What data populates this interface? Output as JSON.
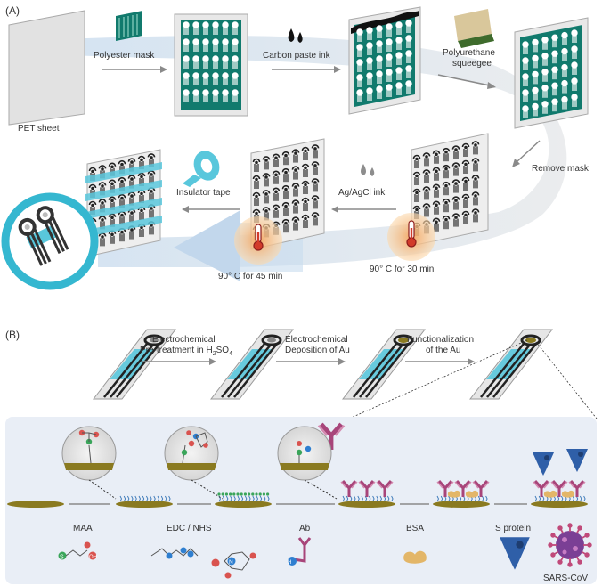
{
  "panel_a": {
    "label": "(A)",
    "steps": {
      "pet_sheet": "PET sheet",
      "polyester_mask": "Polyester mask",
      "carbon_ink": "Carbon paste ink",
      "squeegee_line1": "Polyurethane",
      "squeegee_line2": "squeegee",
      "remove_mask": "Remove mask",
      "agagcl_ink": "Ag/AgCl ink",
      "insulator_tape": "Insulator tape",
      "cure_30": "90° C for 30 min",
      "cure_45": "90° C for 45 min"
    }
  },
  "panel_b": {
    "label": "(B)",
    "steps": {
      "pretreat_line1": "Electrochemical",
      "pretreat_line2": "Pre-treatment in H",
      "pretreat_sub": "2",
      "pretreat_so": "SO",
      "pretreat_sub2": "4",
      "deposit_line1": "Electrochemical",
      "deposit_line2": "Deposition of Au",
      "func_line1": "Functionalization",
      "func_line2": "of the Au"
    },
    "reagents": {
      "maa": "MAA",
      "edc": "EDC / NHS",
      "ab": "Ab",
      "bsa": "BSA",
      "s_protein": "S protein",
      "sars": "SARS-CoV"
    },
    "molecule_labels": {
      "s": "S",
      "o": "O",
      "oh": "OH",
      "n": "N",
      "h": "H"
    }
  },
  "colors": {
    "teal": "#117a6d",
    "cyan_tape": "#59c7dc",
    "gold": "#8a7a20",
    "antibody": "#a8457a",
    "spike": "#2f5fa8",
    "virus": "#7b3f95",
    "arrow": "#8a8a8a",
    "flow_band": "#e3e6ea",
    "panel_b_bg": "#e9eef6"
  },
  "icons": [
    "ink-drop-icon",
    "thermometer-icon",
    "tape-roll-icon",
    "squeegee-icon",
    "antibody-icon",
    "spike-protein-icon",
    "virus-icon",
    "bsa-blob-icon"
  ]
}
